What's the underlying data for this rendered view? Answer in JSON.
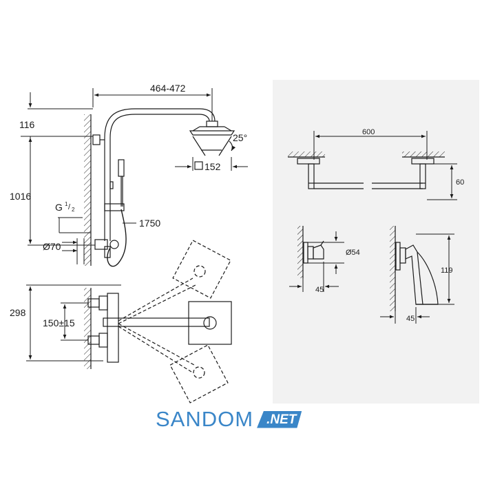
{
  "diagram": {
    "shower_system": {
      "dim_arm_reach": "464-472",
      "dim_top_offset": "116",
      "dim_rail_height": "1016",
      "dim_thread": "G",
      "dim_thread_num": "1",
      "dim_thread_den": "2",
      "dim_hose": "1750",
      "dim_escutcheon": "Ø70",
      "dim_head_angle": "25°",
      "dim_head_size": "152",
      "dim_mixer_depth": "298",
      "dim_inlet_spacing": "150±15"
    },
    "towel_rail": {
      "dim_width": "600",
      "dim_height": "60"
    },
    "hook": {
      "dim_diameter": "Ø54",
      "dim_depth": "45"
    },
    "holder": {
      "dim_height": "119",
      "dim_depth": "45"
    }
  },
  "logo": {
    "word": "SANDOM",
    "badge": ".NET"
  },
  "colors": {
    "line": "#1a1a1a",
    "panel": "#f2f2f2",
    "brand": "#3a86c8"
  }
}
